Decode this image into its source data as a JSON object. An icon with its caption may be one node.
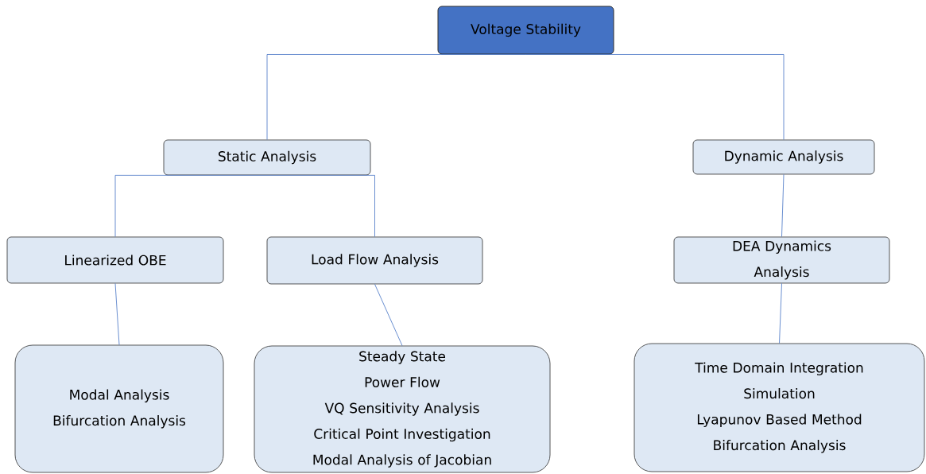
{
  "diagram": {
    "nodes": [
      {
        "text": [
          "Voltage Stability"
        ]
      },
      {
        "text": [
          "Static Analysis"
        ]
      },
      {
        "text": [
          "Dynamic Analysis"
        ]
      },
      {
        "text": [
          "Linearized OBE"
        ]
      },
      {
        "text": [
          "Load Flow Analysis"
        ]
      },
      {
        "text": [
          "DEA Dynamics Analysis"
        ]
      },
      {
        "text": [
          "Modal Analysis",
          "Bifurcation Analysis"
        ]
      },
      {
        "text": [
          "Steady State",
          "Power Flow",
          "VQ Sensitivity Analysis",
          "Critical Point Investigation",
          "Modal Analysis of Jacobian"
        ]
      },
      {
        "text": [
          "Time Domain Integration",
          "Simulation",
          "Lyapunov Based Method",
          "Bifurcation Analysis"
        ]
      }
    ],
    "edges": [
      {
        "from": 0,
        "to": 1,
        "arrow": "none"
      },
      {
        "from": 0,
        "to": 2,
        "arrow": "none"
      },
      {
        "from": 1,
        "to": 3,
        "arrow": "none"
      },
      {
        "from": 1,
        "to": 4,
        "arrow": "none"
      },
      {
        "from": 2,
        "to": 5,
        "arrow": "none"
      },
      {
        "from": 3,
        "to": 6,
        "arrow": "none"
      },
      {
        "from": 4,
        "to": 7,
        "arrow": "none"
      },
      {
        "from": 5,
        "to": 8,
        "arrow": "none"
      }
    ]
  }
}
